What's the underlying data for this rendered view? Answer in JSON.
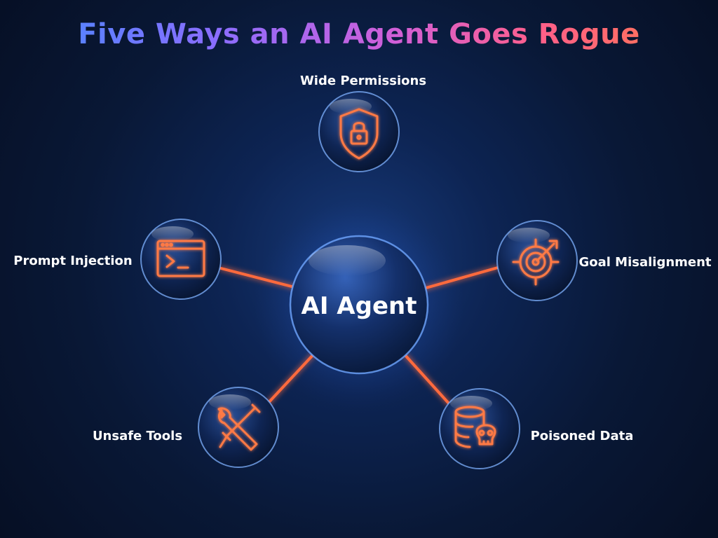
{
  "title": "Five Ways an AI Agent Goes Rogue",
  "colors": {
    "link": "#ff6a3d",
    "icon": "#ff7a45",
    "bubble_rim": "#7fb1ff"
  },
  "center": {
    "label": "AI Agent"
  },
  "nodes": [
    {
      "label": "Wide Permissions",
      "icon": "shield-lock-icon"
    },
    {
      "label": "Prompt Injection",
      "icon": "terminal-icon"
    },
    {
      "label": "Goal Misalignment",
      "icon": "target-icon"
    },
    {
      "label": "Unsafe Tools",
      "icon": "wrench-screwdriver-icon"
    },
    {
      "label": "Poisoned Data",
      "icon": "database-skull-icon"
    }
  ]
}
